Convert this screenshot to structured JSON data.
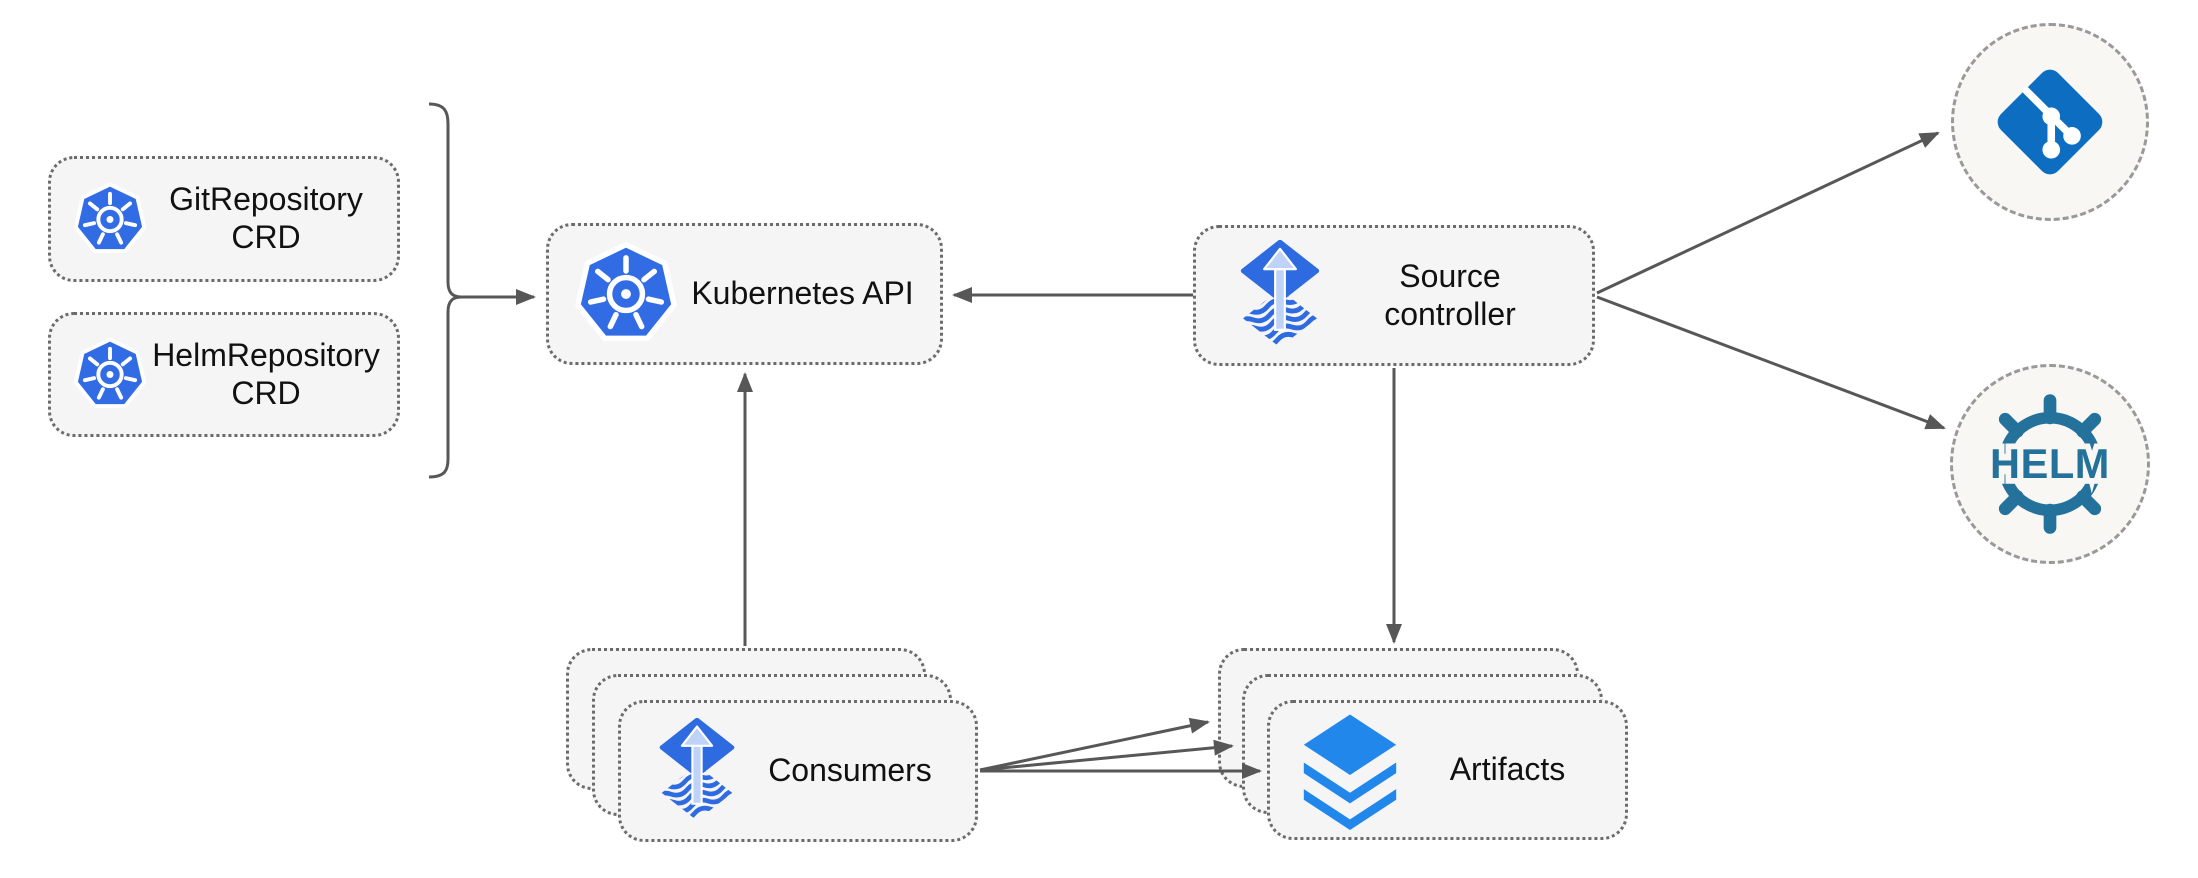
{
  "diagram": {
    "nodes": {
      "git_crd": {
        "label": "GitRepository CRD",
        "icon": "kubernetes-icon"
      },
      "helm_crd": {
        "label": "HelmRepository CRD",
        "icon": "kubernetes-icon"
      },
      "k8s_api": {
        "label": "Kubernetes API",
        "icon": "kubernetes-icon"
      },
      "source_controller": {
        "label": "Source controller",
        "icon": "flux-icon"
      },
      "consumers": {
        "label": "Consumers",
        "icon": "flux-icon",
        "stacked": 3
      },
      "artifacts": {
        "label": "Artifacts",
        "icon": "layers-icon",
        "stacked": 3
      }
    },
    "external_systems": {
      "git": {
        "icon": "git-icon"
      },
      "helm": {
        "icon": "helm-icon",
        "label": "HELM"
      }
    },
    "edges": [
      {
        "from": "git_crd+helm_crd",
        "to": "k8s_api",
        "via": "group-bracket"
      },
      {
        "from": "source_controller",
        "to": "k8s_api"
      },
      {
        "from": "consumers",
        "to": "k8s_api"
      },
      {
        "from": "source_controller",
        "to": "artifacts"
      },
      {
        "from": "source_controller",
        "to": "git"
      },
      {
        "from": "source_controller",
        "to": "helm"
      },
      {
        "from": "consumers",
        "to": "artifacts",
        "count": 3
      }
    ],
    "colors": {
      "kubernetes_blue": "#326CE5",
      "flux_blue": "#2F6BE0",
      "flux_arrow_light": "#BFD3F8",
      "git_blue": "#0D6EC1",
      "helm_teal": "#24719B",
      "layers_blue": "#2187EB",
      "box_fill": "#F5F5F5",
      "box_border": "#6b6b6b",
      "circle_fill": "#F8F7F3",
      "arrow_gray": "#575757"
    }
  }
}
